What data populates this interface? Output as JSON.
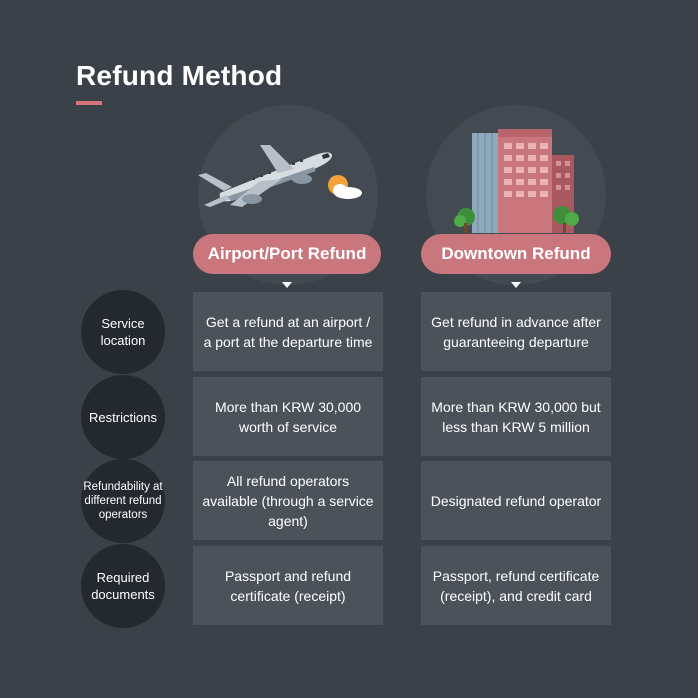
{
  "title": "Refund Method",
  "colors": {
    "background": "#3b4148",
    "accent": "#c9767d",
    "cell": "#4b525a",
    "label_circle": "#23292f"
  },
  "columns": [
    {
      "label": "Airport/Port Refund",
      "icon": "airplane-icon"
    },
    {
      "label": "Downtown Refund",
      "icon": "building-icon"
    }
  ],
  "rows": [
    {
      "label": "Service location",
      "cells": [
        "Get a refund at an airport / a port at the departure time",
        "Get refund in advance after guaranteeing departure"
      ]
    },
    {
      "label": "Restrictions",
      "cells": [
        "More than KRW 30,000 worth of service",
        "More than KRW 30,000 but less than KRW 5 million"
      ]
    },
    {
      "label": "Refundability at different refund operators",
      "cells": [
        "All refund operators available (through a service agent)",
        "Designated refund operator"
      ]
    },
    {
      "label": "Required documents",
      "cells": [
        "Passport and refund certificate (receipt)",
        "Passport, refund certificate (receipt), and credit card"
      ]
    }
  ]
}
